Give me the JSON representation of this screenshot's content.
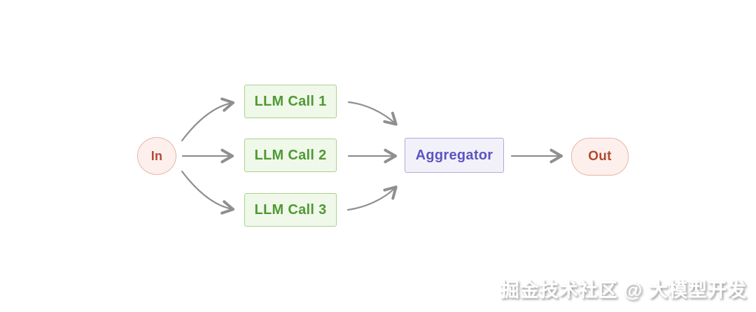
{
  "diagram": {
    "type": "flowchart",
    "description": "Parallelization workflow: input fans out to three parallel LLM calls whose results are combined by an aggregator into one output",
    "nodes": [
      {
        "id": "in",
        "label": "In",
        "shape": "circle",
        "text_color": "#b24a31",
        "border_color": "#e6b5a7",
        "fill_color": "#fdf0ec"
      },
      {
        "id": "llm-call-1",
        "label": "LLM Call 1",
        "shape": "rect",
        "text_color": "#4e9933",
        "border_color": "#abd08d",
        "fill_color": "#f0f8ea"
      },
      {
        "id": "llm-call-2",
        "label": "LLM Call 2",
        "shape": "rect",
        "text_color": "#4e9933",
        "border_color": "#abd08d",
        "fill_color": "#f0f8ea"
      },
      {
        "id": "llm-call-3",
        "label": "LLM Call 3",
        "shape": "rect",
        "text_color": "#4e9933",
        "border_color": "#abd08d",
        "fill_color": "#f0f8ea"
      },
      {
        "id": "aggregator",
        "label": "Aggregator",
        "shape": "rect",
        "text_color": "#5b54c0",
        "border_color": "#aeaad9",
        "fill_color": "#f2f1fa"
      },
      {
        "id": "out",
        "label": "Out",
        "shape": "pill",
        "text_color": "#b24a31",
        "border_color": "#e6b5a7",
        "fill_color": "#fdf0ec"
      }
    ],
    "edges": [
      {
        "from": "in",
        "to": "llm-call-1"
      },
      {
        "from": "in",
        "to": "llm-call-2"
      },
      {
        "from": "in",
        "to": "llm-call-3"
      },
      {
        "from": "llm-call-1",
        "to": "aggregator"
      },
      {
        "from": "llm-call-2",
        "to": "aggregator"
      },
      {
        "from": "llm-call-3",
        "to": "aggregator"
      },
      {
        "from": "aggregator",
        "to": "out"
      }
    ],
    "arrow_color": "#8f8f8f"
  },
  "watermark": {
    "text": "掘金技术社区 @ 大模型开发"
  }
}
